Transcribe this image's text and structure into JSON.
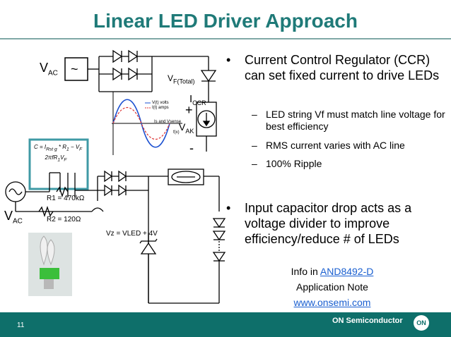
{
  "title": "Linear LED Driver Approach",
  "page_number": "11",
  "brand": {
    "name": "ON Semiconductor",
    "logo": "ON"
  },
  "bullets": [
    {
      "text": "Current Control Regulator (CCR) can set fixed current to drive LEDs"
    },
    {
      "text": "Input capacitor drop acts as a voltage divider to improve efficiency/reduce # of LEDs"
    }
  ],
  "subbullets": [
    "LED string Vf must match line voltage for best efficiency",
    "RMS current varies with AC line",
    "100% Ripple"
  ],
  "info": {
    "line1": "Info in",
    "link1": "AND8492-D",
    "line2": "Application Note",
    "link2": "www.onsemi.com"
  },
  "circuit": {
    "vac_top": "V",
    "vac_top_sub": "AC",
    "vf_total": "V",
    "vf_total_sub": "F(Total)",
    "iccr": "I",
    "iccr_sub": "CCR",
    "vak": "V",
    "vak_sub": "AK",
    "plus": "+",
    "minus": "-",
    "r1": "R1 = 470kΩ",
    "r2": "R2 = 120Ω",
    "vac_bottom": "V",
    "vac_bottom_sub": "AC",
    "vz": "Vz = VLED + 4V",
    "wave_legend1": "V(t) volts",
    "wave_legend2": "I(t) amps",
    "wave_legend3": "Is and Vsense",
    "wave_axis": "f(x)"
  },
  "colors": {
    "title": "#1f7a78",
    "footer": "#0e6f6a",
    "link": "#1a5fd0",
    "box": "#3f9aa5"
  }
}
